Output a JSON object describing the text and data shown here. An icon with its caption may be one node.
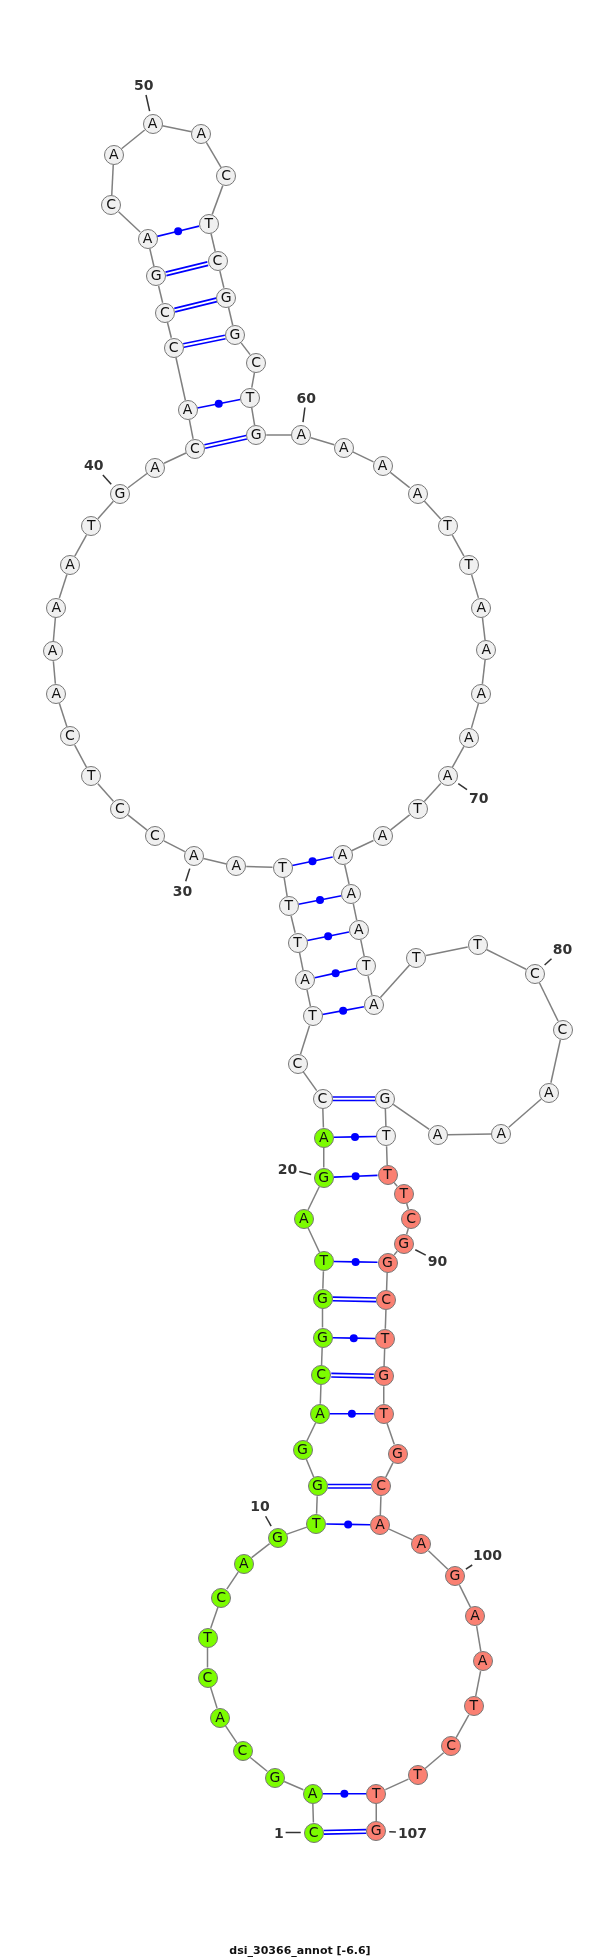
{
  "diagram": {
    "title": "dsi_30366_annot [-6.6]",
    "nodes": [
      {
        "text": [
          "C"
        ]
      },
      {
        "text": [
          "A"
        ]
      },
      {
        "text": [
          "G"
        ]
      },
      {
        "text": [
          "C"
        ]
      },
      {
        "text": [
          "A"
        ]
      },
      {
        "text": [
          "C"
        ]
      },
      {
        "text": [
          "T"
        ]
      },
      {
        "text": [
          "C"
        ]
      },
      {
        "text": [
          "A"
        ]
      },
      {
        "text": [
          "G"
        ]
      },
      {
        "text": [
          "T"
        ]
      },
      {
        "text": [
          "G"
        ]
      },
      {
        "text": [
          "G"
        ]
      },
      {
        "text": [
          "A"
        ]
      },
      {
        "text": [
          "C"
        ]
      },
      {
        "text": [
          "G"
        ]
      },
      {
        "text": [
          "G"
        ]
      },
      {
        "text": [
          "T"
        ]
      },
      {
        "text": [
          "A"
        ]
      },
      {
        "text": [
          "G"
        ]
      },
      {
        "text": [
          "A"
        ]
      },
      {
        "text": [
          "C"
        ]
      },
      {
        "text": [
          "C"
        ]
      },
      {
        "text": [
          "T"
        ]
      },
      {
        "text": [
          "A"
        ]
      },
      {
        "text": [
          "T"
        ]
      },
      {
        "text": [
          "T"
        ]
      },
      {
        "text": [
          "T"
        ]
      },
      {
        "text": [
          "A"
        ]
      },
      {
        "text": [
          "A"
        ]
      },
      {
        "text": [
          "C"
        ]
      },
      {
        "text": [
          "C"
        ]
      },
      {
        "text": [
          "T"
        ]
      },
      {
        "text": [
          "C"
        ]
      },
      {
        "text": [
          "A"
        ]
      },
      {
        "text": [
          "A"
        ]
      },
      {
        "text": [
          "A"
        ]
      },
      {
        "text": [
          "A"
        ]
      },
      {
        "text": [
          "T"
        ]
      },
      {
        "text": [
          "G"
        ]
      },
      {
        "text": [
          "A"
        ]
      },
      {
        "text": [
          "C"
        ]
      },
      {
        "text": [
          "A"
        ]
      },
      {
        "text": [
          "C"
        ]
      },
      {
        "text": [
          "C"
        ]
      },
      {
        "text": [
          "G"
        ]
      },
      {
        "text": [
          "A"
        ]
      },
      {
        "text": [
          "C"
        ]
      },
      {
        "text": [
          "A"
        ]
      },
      {
        "text": [
          "A"
        ]
      },
      {
        "text": [
          "A"
        ]
      },
      {
        "text": [
          "C"
        ]
      },
      {
        "text": [
          "T"
        ]
      },
      {
        "text": [
          "C"
        ]
      },
      {
        "text": [
          "G"
        ]
      },
      {
        "text": [
          "G"
        ]
      },
      {
        "text": [
          "C"
        ]
      },
      {
        "text": [
          "T"
        ]
      },
      {
        "text": [
          "G"
        ]
      },
      {
        "text": [
          "A"
        ]
      },
      {
        "text": [
          "A"
        ]
      },
      {
        "text": [
          "A"
        ]
      },
      {
        "text": [
          "A"
        ]
      },
      {
        "text": [
          "T"
        ]
      },
      {
        "text": [
          "T"
        ]
      },
      {
        "text": [
          "A"
        ]
      },
      {
        "text": [
          "A"
        ]
      },
      {
        "text": [
          "A"
        ]
      },
      {
        "text": [
          "A"
        ]
      },
      {
        "text": [
          "A"
        ]
      },
      {
        "text": [
          "T"
        ]
      },
      {
        "text": [
          "A"
        ]
      },
      {
        "text": [
          "A"
        ]
      },
      {
        "text": [
          "A"
        ]
      },
      {
        "text": [
          "A"
        ]
      },
      {
        "text": [
          "T"
        ]
      },
      {
        "text": [
          "A"
        ]
      },
      {
        "text": [
          "T"
        ]
      },
      {
        "text": [
          "T"
        ]
      },
      {
        "text": [
          "C"
        ]
      },
      {
        "text": [
          "C"
        ]
      },
      {
        "text": [
          "A"
        ]
      },
      {
        "text": [
          "A"
        ]
      },
      {
        "text": [
          "A"
        ]
      },
      {
        "text": [
          "G"
        ]
      },
      {
        "text": [
          "T"
        ]
      },
      {
        "text": [
          "T"
        ]
      },
      {
        "text": [
          "T"
        ]
      },
      {
        "text": [
          "C"
        ]
      },
      {
        "text": [
          "G"
        ]
      },
      {
        "text": [
          "G"
        ]
      },
      {
        "text": [
          "C"
        ]
      },
      {
        "text": [
          "T"
        ]
      },
      {
        "text": [
          "G"
        ]
      },
      {
        "text": [
          "T"
        ]
      },
      {
        "text": [
          "G"
        ]
      },
      {
        "text": [
          "C"
        ]
      },
      {
        "text": [
          "A"
        ]
      },
      {
        "text": [
          "A"
        ]
      },
      {
        "text": [
          "G"
        ]
      },
      {
        "text": [
          "A"
        ]
      },
      {
        "text": [
          "A"
        ]
      },
      {
        "text": [
          "T"
        ]
      },
      {
        "text": [
          "C"
        ]
      },
      {
        "text": [
          "T"
        ]
      },
      {
        "text": [
          "T"
        ]
      },
      {
        "text": [
          "G"
        ]
      },
      {
        "text": [
          "1"
        ]
      },
      {
        "text": [
          "10"
        ]
      },
      {
        "text": [
          "20"
        ]
      },
      {
        "text": [
          "30"
        ]
      },
      {
        "text": [
          "40"
        ]
      },
      {
        "text": [
          "50"
        ]
      },
      {
        "text": [
          "60"
        ]
      },
      {
        "text": [
          "70"
        ]
      },
      {
        "text": [
          "80"
        ]
      },
      {
        "text": [
          "90"
        ]
      },
      {
        "text": [
          "100"
        ]
      },
      {
        "text": [
          "107"
        ]
      }
    ],
    "edges": [
      {
        "from": 0,
        "to": 1,
        "arrow": "none"
      },
      {
        "from": 1,
        "to": 2,
        "arrow": "none"
      },
      {
        "from": 2,
        "to": 3,
        "arrow": "none"
      },
      {
        "from": 3,
        "to": 4,
        "arrow": "none"
      },
      {
        "from": 4,
        "to": 5,
        "arrow": "none"
      },
      {
        "from": 5,
        "to": 6,
        "arrow": "none"
      },
      {
        "from": 6,
        "to": 7,
        "arrow": "none"
      },
      {
        "from": 7,
        "to": 8,
        "arrow": "none"
      },
      {
        "from": 8,
        "to": 9,
        "arrow": "none"
      },
      {
        "from": 9,
        "to": 10,
        "arrow": "none"
      },
      {
        "from": 10,
        "to": 11,
        "arrow": "none"
      },
      {
        "from": 11,
        "to": 12,
        "arrow": "none"
      },
      {
        "from": 12,
        "to": 13,
        "arrow": "none"
      },
      {
        "from": 13,
        "to": 14,
        "arrow": "none"
      },
      {
        "from": 14,
        "to": 15,
        "arrow": "none"
      },
      {
        "from": 15,
        "to": 16,
        "arrow": "none"
      },
      {
        "from": 16,
        "to": 17,
        "arrow": "none"
      },
      {
        "from": 17,
        "to": 18,
        "arrow": "none"
      },
      {
        "from": 18,
        "to": 19,
        "arrow": "none"
      },
      {
        "from": 19,
        "to": 20,
        "arrow": "none"
      },
      {
        "from": 20,
        "to": 21,
        "arrow": "none"
      },
      {
        "from": 21,
        "to": 22,
        "arrow": "none"
      },
      {
        "from": 22,
        "to": 23,
        "arrow": "none"
      },
      {
        "from": 23,
        "to": 24,
        "arrow": "none"
      },
      {
        "from": 24,
        "to": 25,
        "arrow": "none"
      },
      {
        "from": 25,
        "to": 26,
        "arrow": "none"
      },
      {
        "from": 26,
        "to": 27,
        "arrow": "none"
      },
      {
        "from": 27,
        "to": 28,
        "arrow": "none"
      },
      {
        "from": 28,
        "to": 29,
        "arrow": "none"
      },
      {
        "from": 29,
        "to": 30,
        "arrow": "none"
      },
      {
        "from": 30,
        "to": 31,
        "arrow": "none"
      },
      {
        "from": 31,
        "to": 32,
        "arrow": "none"
      },
      {
        "from": 32,
        "to": 33,
        "arrow": "none"
      },
      {
        "from": 33,
        "to": 34,
        "arrow": "none"
      },
      {
        "from": 34,
        "to": 35,
        "arrow": "none"
      },
      {
        "from": 35,
        "to": 36,
        "arrow": "none"
      },
      {
        "from": 36,
        "to": 37,
        "arrow": "none"
      },
      {
        "from": 37,
        "to": 38,
        "arrow": "none"
      },
      {
        "from": 38,
        "to": 39,
        "arrow": "none"
      },
      {
        "from": 39,
        "to": 40,
        "arrow": "none"
      },
      {
        "from": 40,
        "to": 41,
        "arrow": "none"
      },
      {
        "from": 41,
        "to": 42,
        "arrow": "none"
      },
      {
        "from": 42,
        "to": 43,
        "arrow": "none"
      },
      {
        "from": 43,
        "to": 44,
        "arrow": "none"
      },
      {
        "from": 44,
        "to": 45,
        "arrow": "none"
      },
      {
        "from": 45,
        "to": 46,
        "arrow": "none"
      },
      {
        "from": 46,
        "to": 47,
        "arrow": "none"
      },
      {
        "from": 47,
        "to": 48,
        "arrow": "none"
      },
      {
        "from": 48,
        "to": 49,
        "arrow": "none"
      },
      {
        "from": 49,
        "to": 50,
        "arrow": "none"
      },
      {
        "from": 50,
        "to": 51,
        "arrow": "none"
      },
      {
        "from": 51,
        "to": 52,
        "arrow": "none"
      },
      {
        "from": 52,
        "to": 53,
        "arrow": "none"
      },
      {
        "from": 53,
        "to": 54,
        "arrow": "none"
      },
      {
        "from": 54,
        "to": 55,
        "arrow": "none"
      },
      {
        "from": 55,
        "to": 56,
        "arrow": "none"
      },
      {
        "from": 56,
        "to": 57,
        "arrow": "none"
      },
      {
        "from": 57,
        "to": 58,
        "arrow": "none"
      },
      {
        "from": 58,
        "to": 59,
        "arrow": "none"
      },
      {
        "from": 59,
        "to": 60,
        "arrow": "none"
      },
      {
        "from": 60,
        "to": 61,
        "arrow": "none"
      },
      {
        "from": 61,
        "to": 62,
        "arrow": "none"
      },
      {
        "from": 62,
        "to": 63,
        "arrow": "none"
      },
      {
        "from": 63,
        "to": 64,
        "arrow": "none"
      },
      {
        "from": 64,
        "to": 65,
        "arrow": "none"
      },
      {
        "from": 65,
        "to": 66,
        "arrow": "none"
      },
      {
        "from": 66,
        "to": 67,
        "arrow": "none"
      },
      {
        "from": 67,
        "to": 68,
        "arrow": "none"
      },
      {
        "from": 68,
        "to": 69,
        "arrow": "none"
      },
      {
        "from": 69,
        "to": 70,
        "arrow": "none"
      },
      {
        "from": 70,
        "to": 71,
        "arrow": "none"
      },
      {
        "from": 71,
        "to": 72,
        "arrow": "none"
      },
      {
        "from": 72,
        "to": 73,
        "arrow": "none"
      },
      {
        "from": 73,
        "to": 74,
        "arrow": "none"
      },
      {
        "from": 74,
        "to": 75,
        "arrow": "none"
      },
      {
        "from": 75,
        "to": 76,
        "arrow": "none"
      },
      {
        "from": 76,
        "to": 77,
        "arrow": "none"
      },
      {
        "from": 77,
        "to": 78,
        "arrow": "none"
      },
      {
        "from": 78,
        "to": 79,
        "arrow": "none"
      },
      {
        "from": 79,
        "to": 80,
        "arrow": "none"
      },
      {
        "from": 80,
        "to": 81,
        "arrow": "none"
      },
      {
        "from": 81,
        "to": 82,
        "arrow": "none"
      },
      {
        "from": 82,
        "to": 83,
        "arrow": "none"
      },
      {
        "from": 83,
        "to": 84,
        "arrow": "none"
      },
      {
        "from": 84,
        "to": 85,
        "arrow": "none"
      },
      {
        "from": 85,
        "to": 86,
        "arrow": "none"
      },
      {
        "from": 86,
        "to": 87,
        "arrow": "none"
      },
      {
        "from": 87,
        "to": 88,
        "arrow": "none"
      },
      {
        "from": 88,
        "to": 89,
        "arrow": "none"
      },
      {
        "from": 89,
        "to": 90,
        "arrow": "none"
      },
      {
        "from": 90,
        "to": 91,
        "arrow": "none"
      },
      {
        "from": 91,
        "to": 92,
        "arrow": "none"
      },
      {
        "from": 92,
        "to": 93,
        "arrow": "none"
      },
      {
        "from": 93,
        "to": 94,
        "arrow": "none"
      },
      {
        "from": 94,
        "to": 95,
        "arrow": "none"
      },
      {
        "from": 95,
        "to": 96,
        "arrow": "none"
      },
      {
        "from": 96,
        "to": 97,
        "arrow": "none"
      },
      {
        "from": 97,
        "to": 98,
        "arrow": "none"
      },
      {
        "from": 98,
        "to": 99,
        "arrow": "none"
      },
      {
        "from": 99,
        "to": 100,
        "arrow": "none"
      },
      {
        "from": 100,
        "to": 101,
        "arrow": "none"
      },
      {
        "from": 101,
        "to": 102,
        "arrow": "none"
      },
      {
        "from": 102,
        "to": 103,
        "arrow": "none"
      },
      {
        "from": 103,
        "to": 104,
        "arrow": "none"
      },
      {
        "from": 104,
        "to": 105,
        "arrow": "none"
      },
      {
        "from": 105,
        "to": 106,
        "arrow": "none"
      },
      {
        "from": 0,
        "to": 106,
        "arrow": "none",
        "color": "#0000ff"
      },
      {
        "from": 1,
        "to": 105,
        "arrow": "none",
        "color": "#0000ff"
      },
      {
        "from": 10,
        "to": 97,
        "arrow": "none",
        "color": "#0000ff"
      },
      {
        "from": 11,
        "to": 96,
        "arrow": "none",
        "color": "#0000ff"
      },
      {
        "from": 13,
        "to": 94,
        "arrow": "none",
        "color": "#0000ff"
      },
      {
        "from": 14,
        "to": 93,
        "arrow": "none",
        "color": "#0000ff"
      },
      {
        "from": 15,
        "to": 92,
        "arrow": "none",
        "color": "#0000ff"
      },
      {
        "from": 16,
        "to": 91,
        "arrow": "none",
        "color": "#0000ff"
      },
      {
        "from": 17,
        "to": 90,
        "arrow": "none",
        "color": "#0000ff"
      },
      {
        "from": 19,
        "to": 86,
        "arrow": "none",
        "color": "#0000ff"
      },
      {
        "from": 20,
        "to": 85,
        "arrow": "none",
        "color": "#0000ff"
      },
      {
        "from": 21,
        "to": 84,
        "arrow": "none",
        "color": "#0000ff"
      },
      {
        "from": 23,
        "to": 76,
        "arrow": "none",
        "color": "#0000ff"
      },
      {
        "from": 24,
        "to": 75,
        "arrow": "none",
        "color": "#0000ff"
      },
      {
        "from": 25,
        "to": 74,
        "arrow": "none",
        "color": "#0000ff"
      },
      {
        "from": 26,
        "to": 73,
        "arrow": "none",
        "color": "#0000ff"
      },
      {
        "from": 27,
        "to": 72,
        "arrow": "none",
        "color": "#0000ff"
      },
      {
        "from": 41,
        "to": 58,
        "arrow": "none",
        "color": "#0000ff"
      },
      {
        "from": 42,
        "to": 57,
        "arrow": "none",
        "color": "#0000ff"
      },
      {
        "from": 43,
        "to": 55,
        "arrow": "none",
        "color": "#0000ff"
      },
      {
        "from": 44,
        "to": 54,
        "arrow": "none",
        "color": "#0000ff"
      },
      {
        "from": 45,
        "to": 53,
        "arrow": "none",
        "color": "#0000ff"
      },
      {
        "from": 46,
        "to": 52,
        "arrow": "none",
        "color": "#0000ff"
      },
      {
        "from": 107,
        "to": 0,
        "arrow": "none",
        "color": "#333333"
      },
      {
        "from": 108,
        "to": 9,
        "arrow": "none",
        "color": "#333333"
      },
      {
        "from": 109,
        "to": 19,
        "arrow": "none",
        "color": "#333333"
      },
      {
        "from": 110,
        "to": 29,
        "arrow": "none",
        "color": "#333333"
      },
      {
        "from": 111,
        "to": 39,
        "arrow": "none",
        "color": "#333333"
      },
      {
        "from": 112,
        "to": 49,
        "arrow": "none",
        "color": "#333333"
      },
      {
        "from": 113,
        "to": 59,
        "arrow": "none",
        "color": "#333333"
      },
      {
        "from": 114,
        "to": 69,
        "arrow": "none",
        "color": "#333333"
      },
      {
        "from": 115,
        "to": 79,
        "arrow": "none",
        "color": "#333333"
      },
      {
        "from": 116,
        "to": 89,
        "arrow": "none",
        "color": "#333333"
      },
      {
        "from": 117,
        "to": 99,
        "arrow": "none",
        "color": "#333333"
      },
      {
        "from": 118,
        "to": 106,
        "arrow": "none",
        "color": "#333333"
      }
    ]
  }
}
